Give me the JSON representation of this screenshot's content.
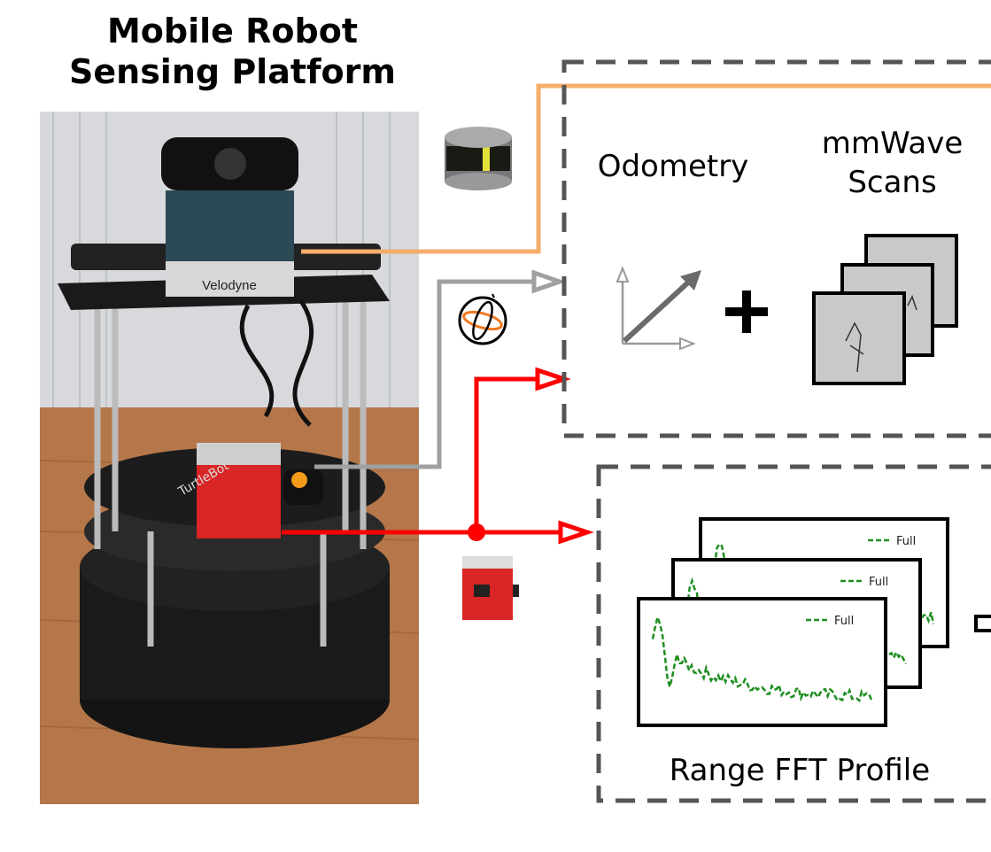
{
  "title": {
    "line1": "Mobile Robot",
    "line2": "Sensing Platform"
  },
  "photo": {
    "lidar_brand": "Velodyne",
    "base_brand": "TurtleBot"
  },
  "upper_box": {
    "odometry_label": "Odometry",
    "mmwave_label_1": "mmWave",
    "mmwave_label_2": "Scans"
  },
  "lower_box": {
    "label": "Range FFT Profile",
    "legend_label": "Full"
  },
  "icons": [
    "lidar-icon",
    "imu-icon",
    "mmwave-board-icon",
    "odometry-axes-icon",
    "plus-icon",
    "scan-stack-icon"
  ],
  "colors": {
    "lidar_line": "#f5ad6b",
    "imu_line": "#a0a0a0",
    "radar_line": "#ff0000",
    "dashed_box": "#555555",
    "plot_line": "#1f8f1f"
  }
}
